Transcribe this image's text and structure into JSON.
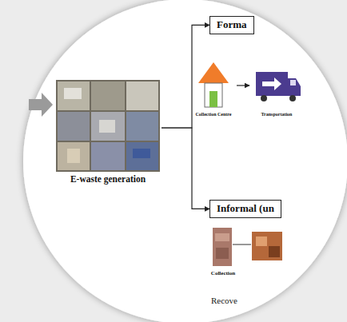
{
  "diagram": {
    "nodes": [
      {
        "text": [
          "E-waste generation"
        ]
      },
      {
        "text": [
          "Forma"
        ]
      },
      {
        "text": [
          "Informal (un"
        ]
      },
      {
        "text": [
          "Collection Centre"
        ]
      },
      {
        "text": [
          "Transportation"
        ]
      },
      {
        "text": [
          "Collection"
        ]
      }
    ],
    "edges": [
      {
        "from": 0,
        "to": 1,
        "arrow": "to"
      },
      {
        "from": 0,
        "to": 2,
        "arrow": "to"
      },
      {
        "from": 3,
        "to": 4,
        "arrow": "to"
      }
    ],
    "labels": [
      "Recove"
    ]
  }
}
